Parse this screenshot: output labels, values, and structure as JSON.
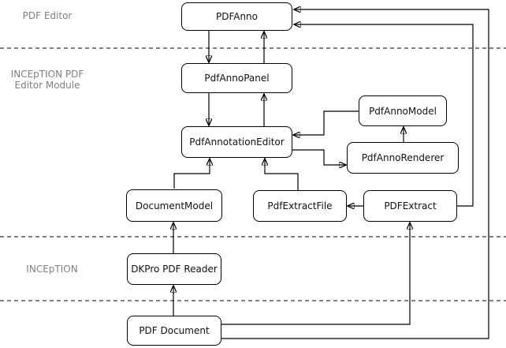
{
  "diagram": {
    "title": "INCEpTION PDF editor architecture diagram",
    "background_color": "#ffffff",
    "line_color": "#000000",
    "section_label_color": "#7f7f7f",
    "node_fill_color": "#ffffff",
    "node_border_color": "#000000"
  },
  "sections": [
    {
      "id": "pdf-editor",
      "label": "PDF Editor"
    },
    {
      "id": "inception-pdf-editor-module",
      "label": "INCEpTION PDF\nEditor Module"
    },
    {
      "id": "inception",
      "label": "INCEpTION"
    }
  ],
  "nodes": {
    "pdfanno": {
      "label": "PDFAnno"
    },
    "pdfannopanel": {
      "label": "PdfAnnoPanel"
    },
    "pdfannotationeditor": {
      "label": "PdfAnnotationEditor"
    },
    "pdfannomodel": {
      "label": "PdfAnnoModel"
    },
    "pdfannorenderer": {
      "label": "PdfAnnoRenderer"
    },
    "documentmodel": {
      "label": "DocumentModel"
    },
    "pdfextractfile": {
      "label": "PdfExtractFile"
    },
    "pdfextract": {
      "label": "PDFExtract"
    },
    "dkpro-pdf-reader": {
      "label": "DKPro PDF Reader"
    },
    "pdf-document": {
      "label": "PDF Document"
    }
  },
  "edges": [
    {
      "from": "PDFAnno",
      "to": "PdfAnnoPanel"
    },
    {
      "from": "PdfAnnoPanel",
      "to": "PDFAnno"
    },
    {
      "from": "PdfAnnoPanel",
      "to": "PdfAnnotationEditor"
    },
    {
      "from": "PdfAnnotationEditor",
      "to": "PdfAnnoPanel"
    },
    {
      "from": "PdfAnnoModel",
      "to": "PdfAnnotationEditor"
    },
    {
      "from": "PdfAnnotationEditor",
      "to": "PdfAnnoRenderer"
    },
    {
      "from": "PdfAnnoRenderer",
      "to": "PdfAnnoModel"
    },
    {
      "from": "DocumentModel",
      "to": "PdfAnnotationEditor"
    },
    {
      "from": "PdfExtractFile",
      "to": "PdfAnnotationEditor"
    },
    {
      "from": "PDFExtract",
      "to": "PdfExtractFile"
    },
    {
      "from": "PDFExtract",
      "to": "PDFAnno"
    },
    {
      "from": "PDF Document",
      "to": "PDFAnno"
    },
    {
      "from": "PDF Document",
      "to": "PDFExtract"
    },
    {
      "from": "PDF Document",
      "to": "DKPro PDF Reader"
    },
    {
      "from": "DKPro PDF Reader",
      "to": "DocumentModel"
    }
  ]
}
